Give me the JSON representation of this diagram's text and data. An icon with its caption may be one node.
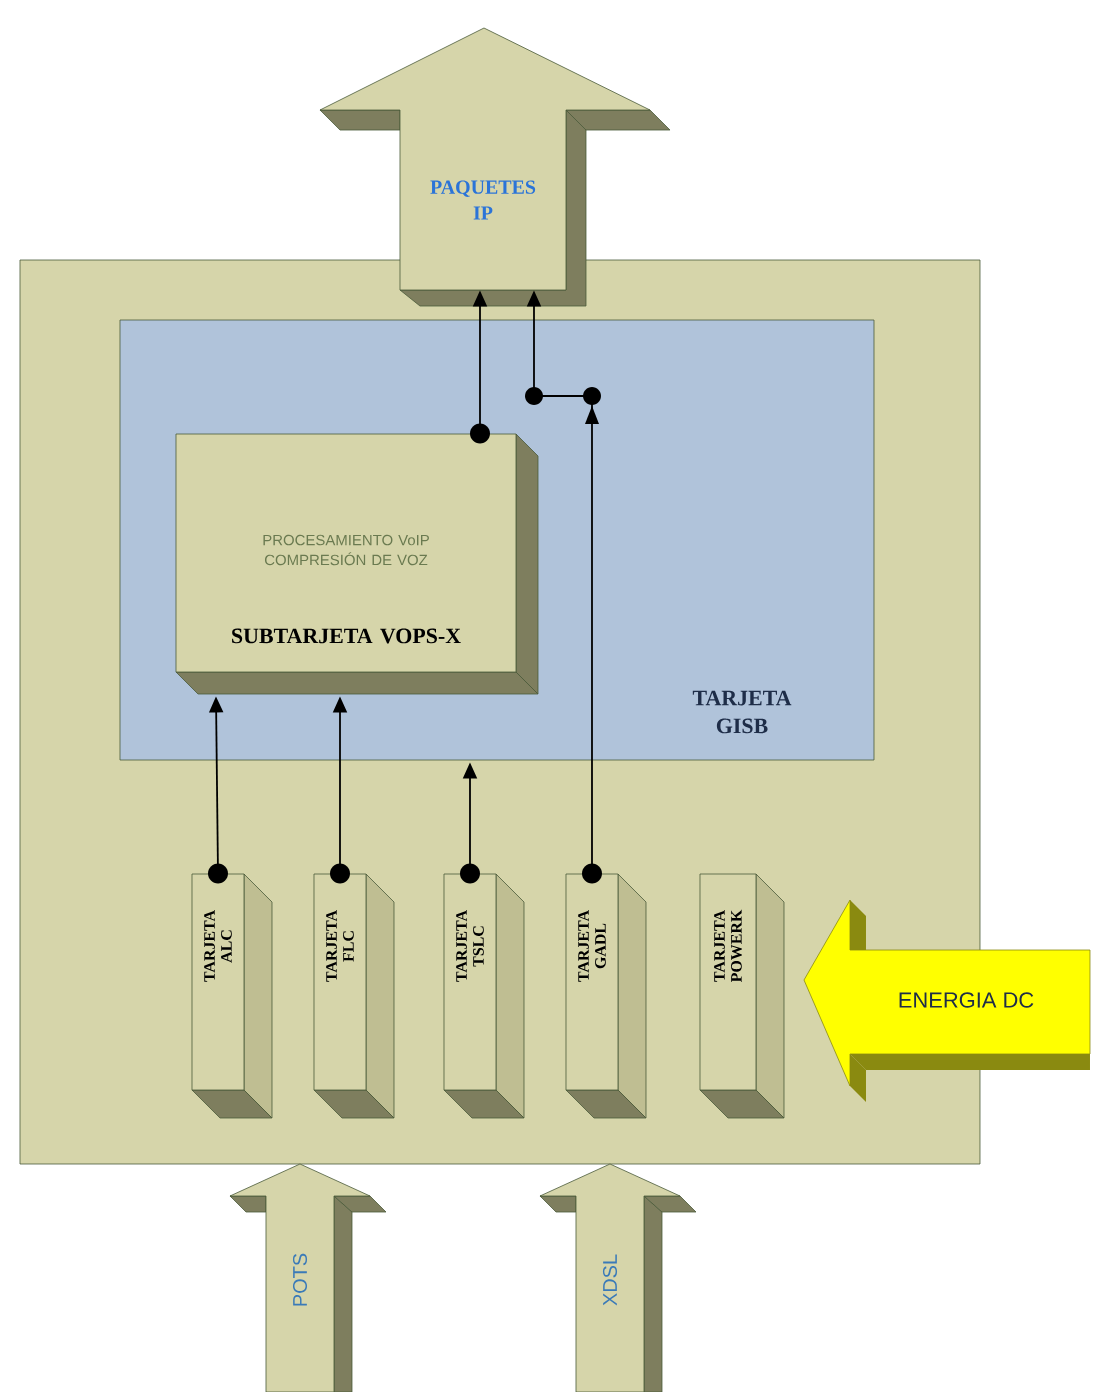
{
  "diagram": {
    "nodes": [
      {
        "text": [],
        "shape": "box"
      },
      {
        "text": [
          "TARJETA GISB"
        ],
        "in": 0
      },
      {
        "text": [
          "PROCESAMIENTO VoIP COMPRESIÓN DE VOZ",
          "SUBTARJETA VOPS-X"
        ],
        "in": 1
      },
      {
        "text": [
          "TARJETA ALC"
        ],
        "in": 0
      },
      {
        "text": [
          "TARJETA FLC"
        ],
        "in": 0
      },
      {
        "text": [
          "TARJETA TSLC"
        ],
        "in": 0
      },
      {
        "text": [
          "TARJETA GADL"
        ],
        "in": 0
      },
      {
        "text": [
          "TARJETA POWERK"
        ],
        "in": 0
      },
      {
        "text": [
          "PAQUETES IP"
        ]
      },
      {
        "text": [
          "ENERGIA DC"
        ]
      },
      {
        "text": [
          "POTS"
        ]
      },
      {
        "text": [
          "XDSL"
        ]
      }
    ],
    "edges": [
      {
        "from": 3,
        "to": 2,
        "arrow": "to"
      },
      {
        "from": 4,
        "to": 2,
        "arrow": "to"
      },
      {
        "from": 5,
        "to": 1,
        "arrow": "to"
      },
      {
        "from": 6,
        "to": 8,
        "arrow": "to"
      },
      {
        "from": 2,
        "to": 8,
        "arrow": "to"
      }
    ]
  }
}
